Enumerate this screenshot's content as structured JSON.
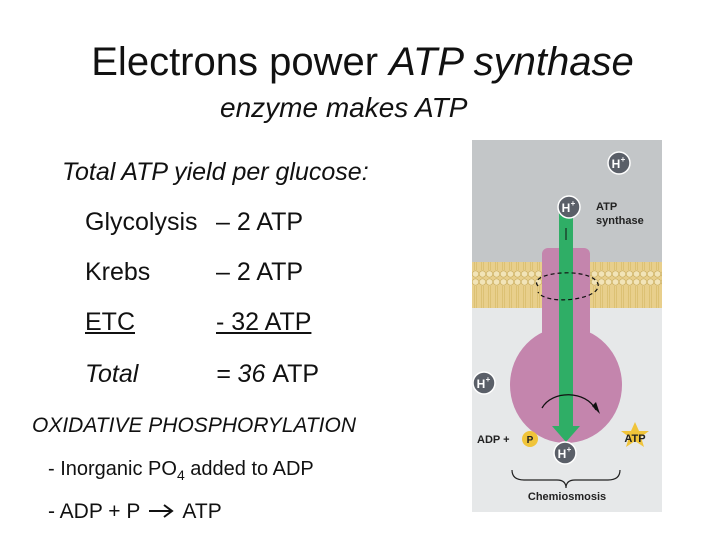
{
  "slide": {
    "title_plain": "Electrons power ",
    "title_italic": "ATP synthase",
    "subtitle": "enzyme makes ATP",
    "yield_heading": "Total ATP yield per glucose:",
    "yield_rows": [
      {
        "name": "Glycolysis",
        "value": "– 2 ATP"
      },
      {
        "name": "Krebs",
        "value": "– 2 ATP"
      },
      {
        "name": "ETC",
        "value": "-  32 ATP"
      },
      {
        "name": "Total",
        "value_italic": "= 36 ",
        "value_plain": "ATP"
      }
    ],
    "ox_heading": "OXIDATIVE PHOSPHORYLATION",
    "point1_pre": "- Inorganic PO",
    "point1_sub": "4",
    "point1_post": " added to ADP",
    "point2_pre": "-  ADP + P",
    "point2_post": "ATP"
  },
  "diagram": {
    "label_hplus": "H",
    "label_plus": "+",
    "label_atp_synthase_1": "ATP",
    "label_atp_synthase_2": "synthase",
    "label_adp": "ADP +",
    "label_p": "P",
    "label_atp": "ATP",
    "label_chemiosmosis": "Chemiosmosis",
    "colors": {
      "intermembrane": "#c3c6c8",
      "matrix": "#e6e8e9",
      "membrane": "#e8cf8c",
      "membrane_head": "#f2e4b8",
      "enzyme": "#c485ad",
      "channel": "#2fae66",
      "ion": "#5a5f68",
      "p_circle": "#f0c43a",
      "atp_star": "#f0c43a"
    }
  }
}
